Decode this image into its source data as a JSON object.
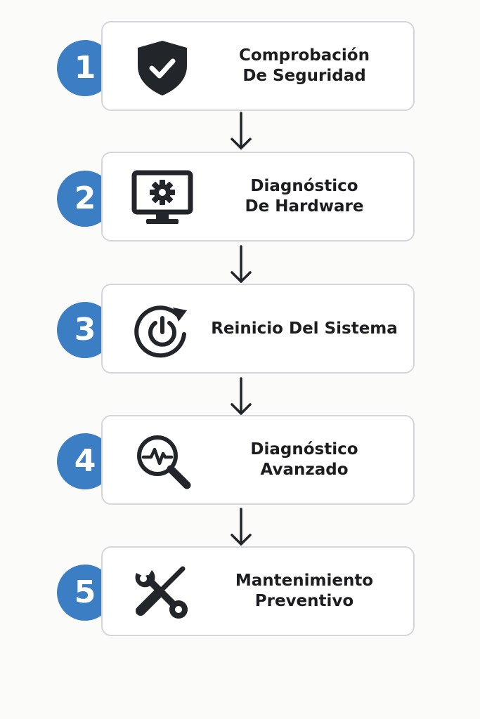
{
  "steps": [
    {
      "number": "1",
      "title_line1": "Comprobación",
      "title_line2": "De Seguridad",
      "icon": "shield-check-icon"
    },
    {
      "number": "2",
      "title_line1": "Diagnóstico",
      "title_line2": "De Hardware",
      "icon": "monitor-gear-icon"
    },
    {
      "number": "3",
      "title_line1": "Reinicio Del Sistema",
      "title_line2": "",
      "icon": "power-restart-icon"
    },
    {
      "number": "4",
      "title_line1": "Diagnóstico",
      "title_line2": "Avanzado",
      "icon": "magnifier-pulse-icon"
    },
    {
      "number": "5",
      "title_line1": "Mantenimiento",
      "title_line2": "Preventivo",
      "icon": "wrench-screwdriver-icon"
    }
  ],
  "colors": {
    "badge": "#3b7ec4",
    "card_border": "#d3d7dd",
    "icon": "#22262b",
    "arrow": "#22262b"
  }
}
